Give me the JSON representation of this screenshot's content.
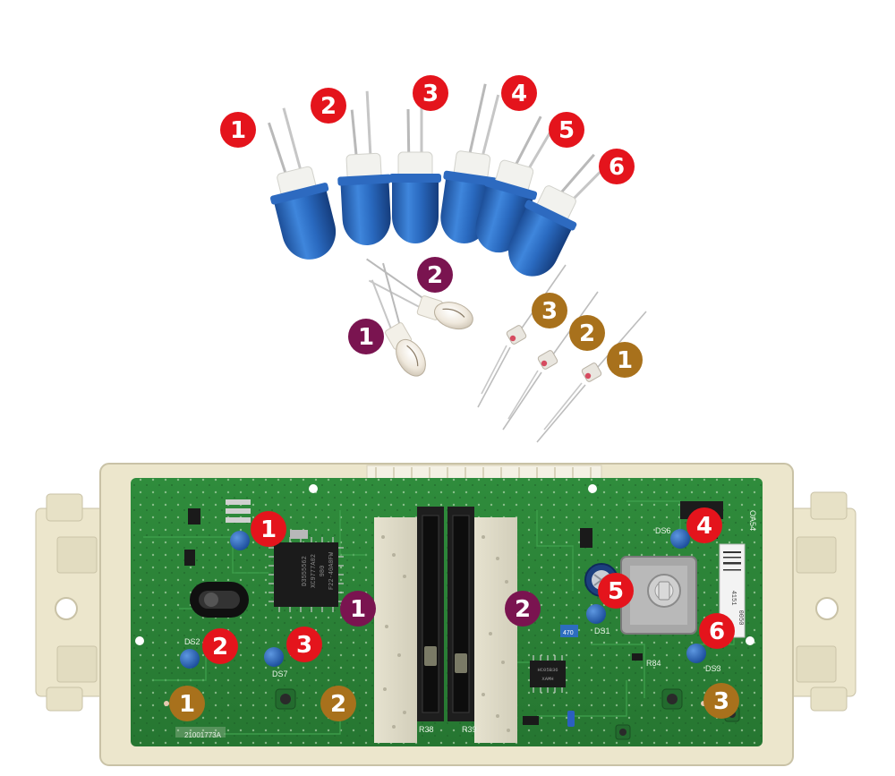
{
  "colors": {
    "led_badge": "#e4141c",
    "bulb_badge": "#7a1450",
    "photodiode_badge": "#a8711c",
    "pcb_green": "#2f8a3a",
    "housing": "#ece6cc",
    "led_blue": "#2b6fc4"
  },
  "leds": [
    {
      "number": "1"
    },
    {
      "number": "2"
    },
    {
      "number": "3"
    },
    {
      "number": "4"
    },
    {
      "number": "5"
    },
    {
      "number": "6"
    }
  ],
  "bulbs": [
    {
      "number": "2"
    },
    {
      "number": "1"
    }
  ],
  "photodiodes": [
    {
      "number": "3"
    },
    {
      "number": "2"
    },
    {
      "number": "1"
    }
  ],
  "board": {
    "led_markers": [
      "1",
      "2",
      "3",
      "4",
      "5",
      "6"
    ],
    "bulb_markers": [
      "1",
      "2"
    ],
    "photodiode_markers": [
      "1",
      "2",
      "3"
    ],
    "silkscreen": {
      "ds2": "DS2",
      "ds7": "DS7",
      "ds6": "DS6",
      "ds1": "DS1",
      "ds3": "DS3",
      "r84": "R84",
      "r38": "R38",
      "r39": "R39",
      "r470": "470",
      "board_code": "21001773A",
      "chip_main": [
        "D3555562",
        "XC9777A02",
        "980",
        "F22-40A0FW"
      ],
      "chip_small": [
        "HC05B36",
        "XAMH"
      ],
      "corner_code": "OA54",
      "sticker": [
        "4151",
        "0050"
      ]
    }
  }
}
